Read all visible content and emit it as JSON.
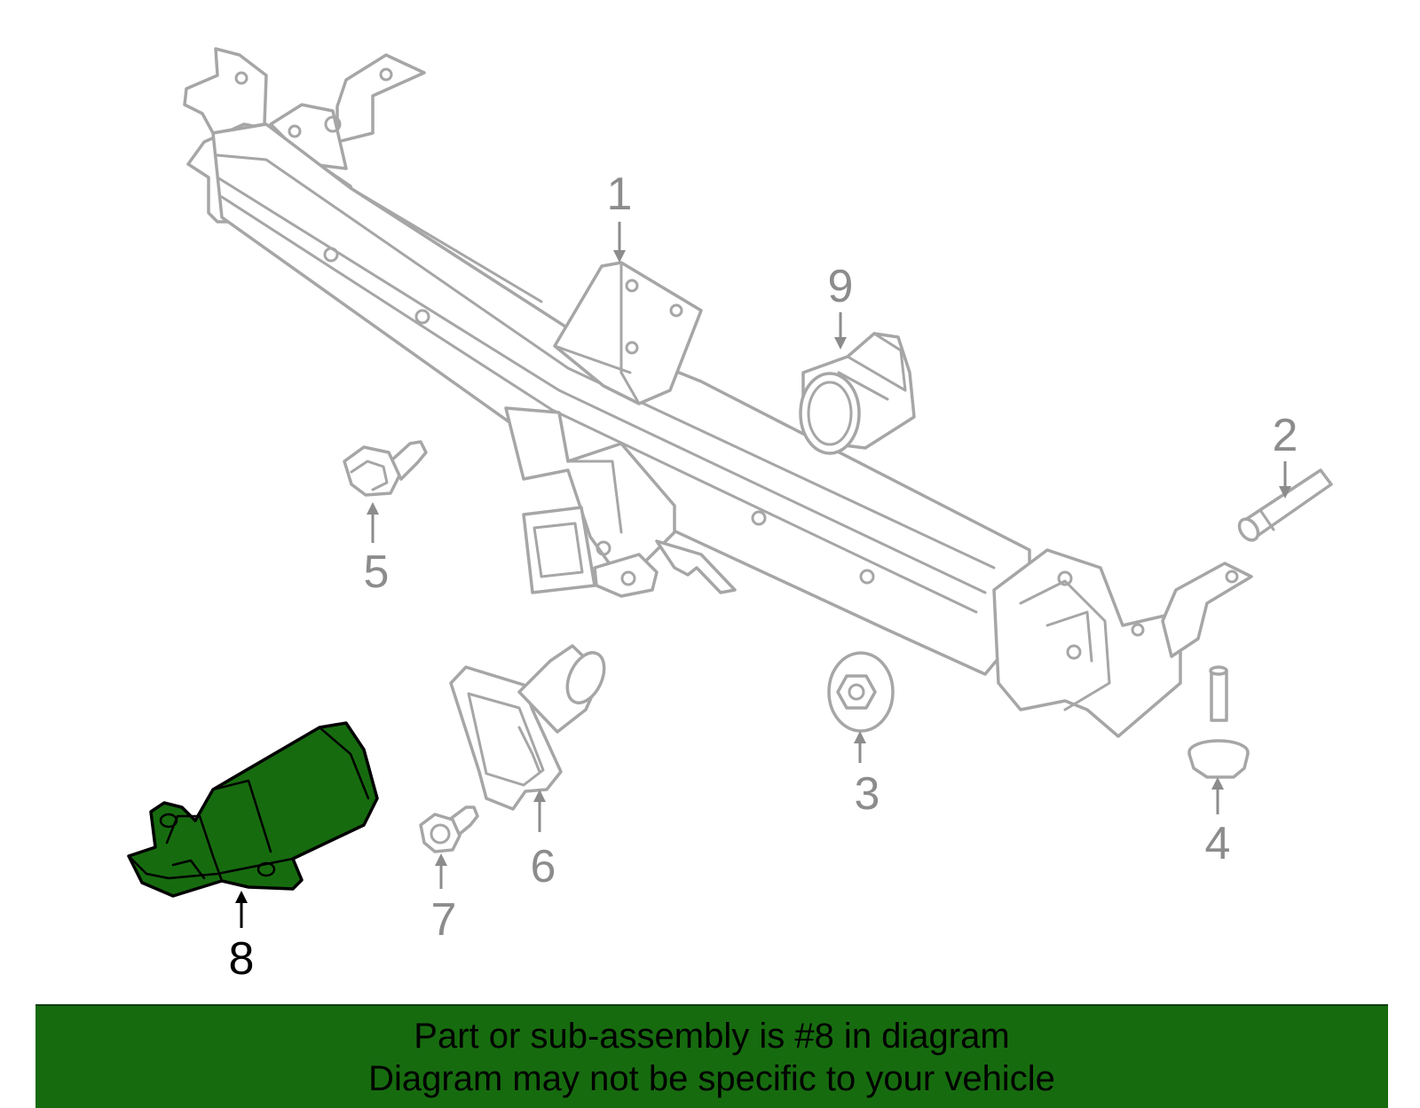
{
  "colors": {
    "highlight_fill": "#176b0f",
    "part_stroke": "#a6a6a6",
    "highlight_stroke": "#000000",
    "banner_bg": "#176b0f",
    "callout_text_gray": "#8c8c8c",
    "callout_text_black": "#000000"
  },
  "callouts": [
    {
      "number": "1",
      "highlighted": false
    },
    {
      "number": "2",
      "highlighted": false
    },
    {
      "number": "3",
      "highlighted": false
    },
    {
      "number": "4",
      "highlighted": false
    },
    {
      "number": "5",
      "highlighted": false
    },
    {
      "number": "6",
      "highlighted": false
    },
    {
      "number": "7",
      "highlighted": false
    },
    {
      "number": "8",
      "highlighted": true
    },
    {
      "number": "9",
      "highlighted": false
    }
  ],
  "banner": {
    "line1": "Part or sub-assembly is #8 in diagram",
    "line2": "Diagram may not be specific to your vehicle"
  }
}
